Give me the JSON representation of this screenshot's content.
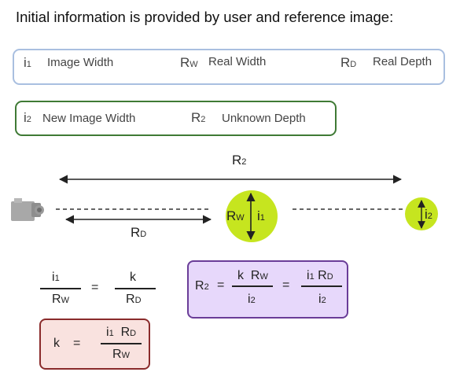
{
  "title": "Initial information is provided by user and reference image:",
  "legend_reference": [
    {
      "symbol": "i",
      "sub": "1",
      "label": "Image Width"
    },
    {
      "symbol": "R",
      "sub": "W",
      "label": "Real Width"
    },
    {
      "symbol": "R",
      "sub": "D",
      "label": "Real Depth"
    }
  ],
  "legend_new": [
    {
      "symbol": "i",
      "sub": "2",
      "label": "New Image Width"
    },
    {
      "symbol": "R",
      "sub": "2",
      "label": "Unknown Depth"
    }
  ],
  "diagram": {
    "r2": {
      "symbol": "R",
      "sub": "2"
    },
    "rd": {
      "symbol": "R",
      "sub": "D"
    },
    "big_circle": {
      "rw": {
        "symbol": "R",
        "sub": "W"
      },
      "i1": {
        "symbol": "i",
        "sub": "1"
      }
    },
    "small_circle": {
      "i2": {
        "symbol": "i",
        "sub": "2"
      }
    }
  },
  "equation_ratio": {
    "num_left": {
      "symbol": "i",
      "sub": "1"
    },
    "den_left": {
      "symbol": "R",
      "sub": "W"
    },
    "equals": "=",
    "num_right": "k",
    "den_right": {
      "symbol": "R",
      "sub": "D"
    }
  },
  "equation_r2": {
    "lhs": {
      "symbol": "R",
      "sub": "2"
    },
    "eq1": "=",
    "frac1_num": {
      "k": "k",
      "symbol": "R",
      "sub": "W"
    },
    "frac1_den": {
      "symbol": "i",
      "sub": "2"
    },
    "eq2": "=",
    "frac2_num": {
      "s1": "i",
      "sub1": "1",
      "s2": "R",
      "sub2": "D"
    },
    "frac2_den": {
      "symbol": "i",
      "sub": "2"
    }
  },
  "equation_k": {
    "lhs": "k",
    "eq": "=",
    "num": {
      "s1": "i",
      "sub1": "1",
      "s2": "R",
      "sub2": "D"
    },
    "den": {
      "symbol": "R",
      "sub": "W"
    }
  },
  "colors": {
    "circle_fill": "#c6e51f",
    "reference_box_border": "#a9bfe0",
    "new_box_border": "#3f7a35",
    "r2_box_fill": "#e7d8fb",
    "r2_box_border": "#6a3d98",
    "k_box_fill": "#f9e2df",
    "k_box_border": "#8a2b2b"
  },
  "icons": [
    "camera-icon"
  ]
}
